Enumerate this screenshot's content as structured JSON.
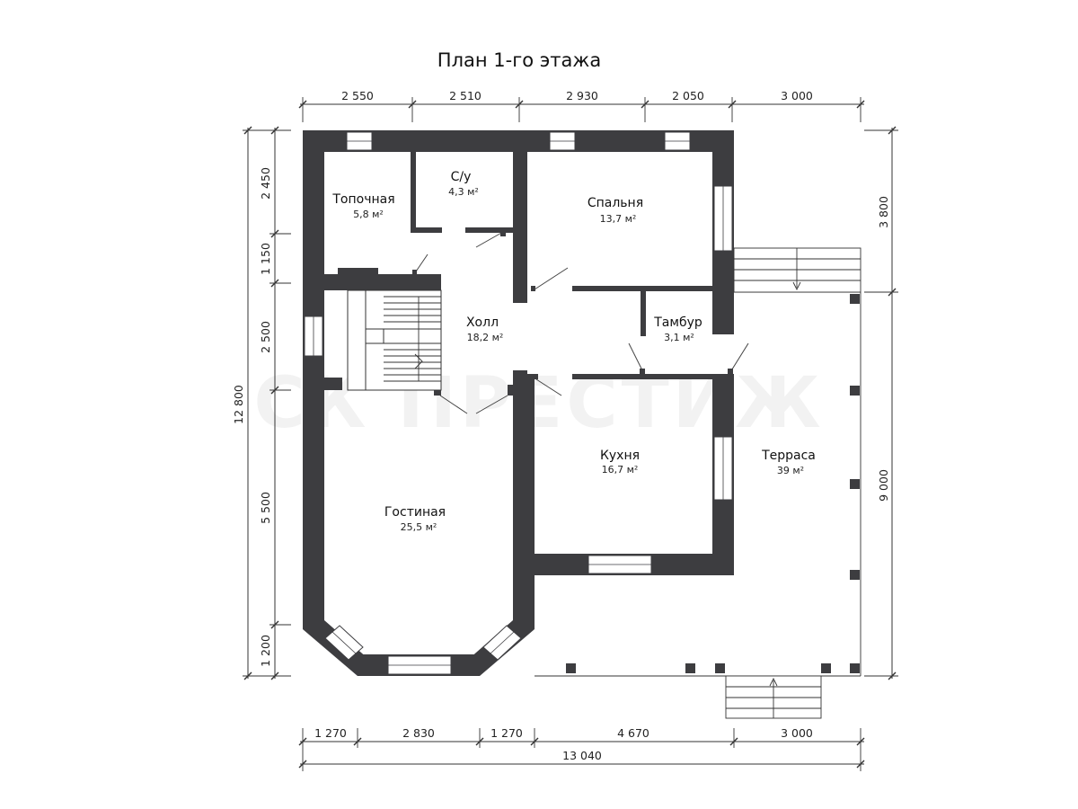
{
  "title": "План 1-го этажа",
  "watermark": "СК ПРЕСТИЖ",
  "dimensions": {
    "top": [
      "2 550",
      "2 510",
      "2 930",
      "2 050",
      "3 000"
    ],
    "bottom": [
      "1 270",
      "2 830",
      "1 270",
      "4 670",
      "3 000"
    ],
    "overall_width": "13 040",
    "left": [
      "2 450",
      "1 150",
      "2 500",
      "5 500",
      "1 200"
    ],
    "overall_height": "12 800",
    "right": [
      "3 800",
      "9 000"
    ]
  },
  "rooms": [
    {
      "name": "Топочная",
      "area": "5,8 м²"
    },
    {
      "name": "С/у",
      "area": "4,3 м²"
    },
    {
      "name": "Спальня",
      "area": "13,7 м²"
    },
    {
      "name": "Холл",
      "area": "18,2 м²"
    },
    {
      "name": "Тамбур",
      "area": "3,1 м²"
    },
    {
      "name": "Кухня",
      "area": "16,7 м²"
    },
    {
      "name": "Терраса",
      "area": "39 м²"
    },
    {
      "name": "Гостиная",
      "area": "25,5 м²"
    }
  ],
  "colors": {
    "wall": "#3d3d40",
    "line": "#333333",
    "background": "#ffffff"
  }
}
